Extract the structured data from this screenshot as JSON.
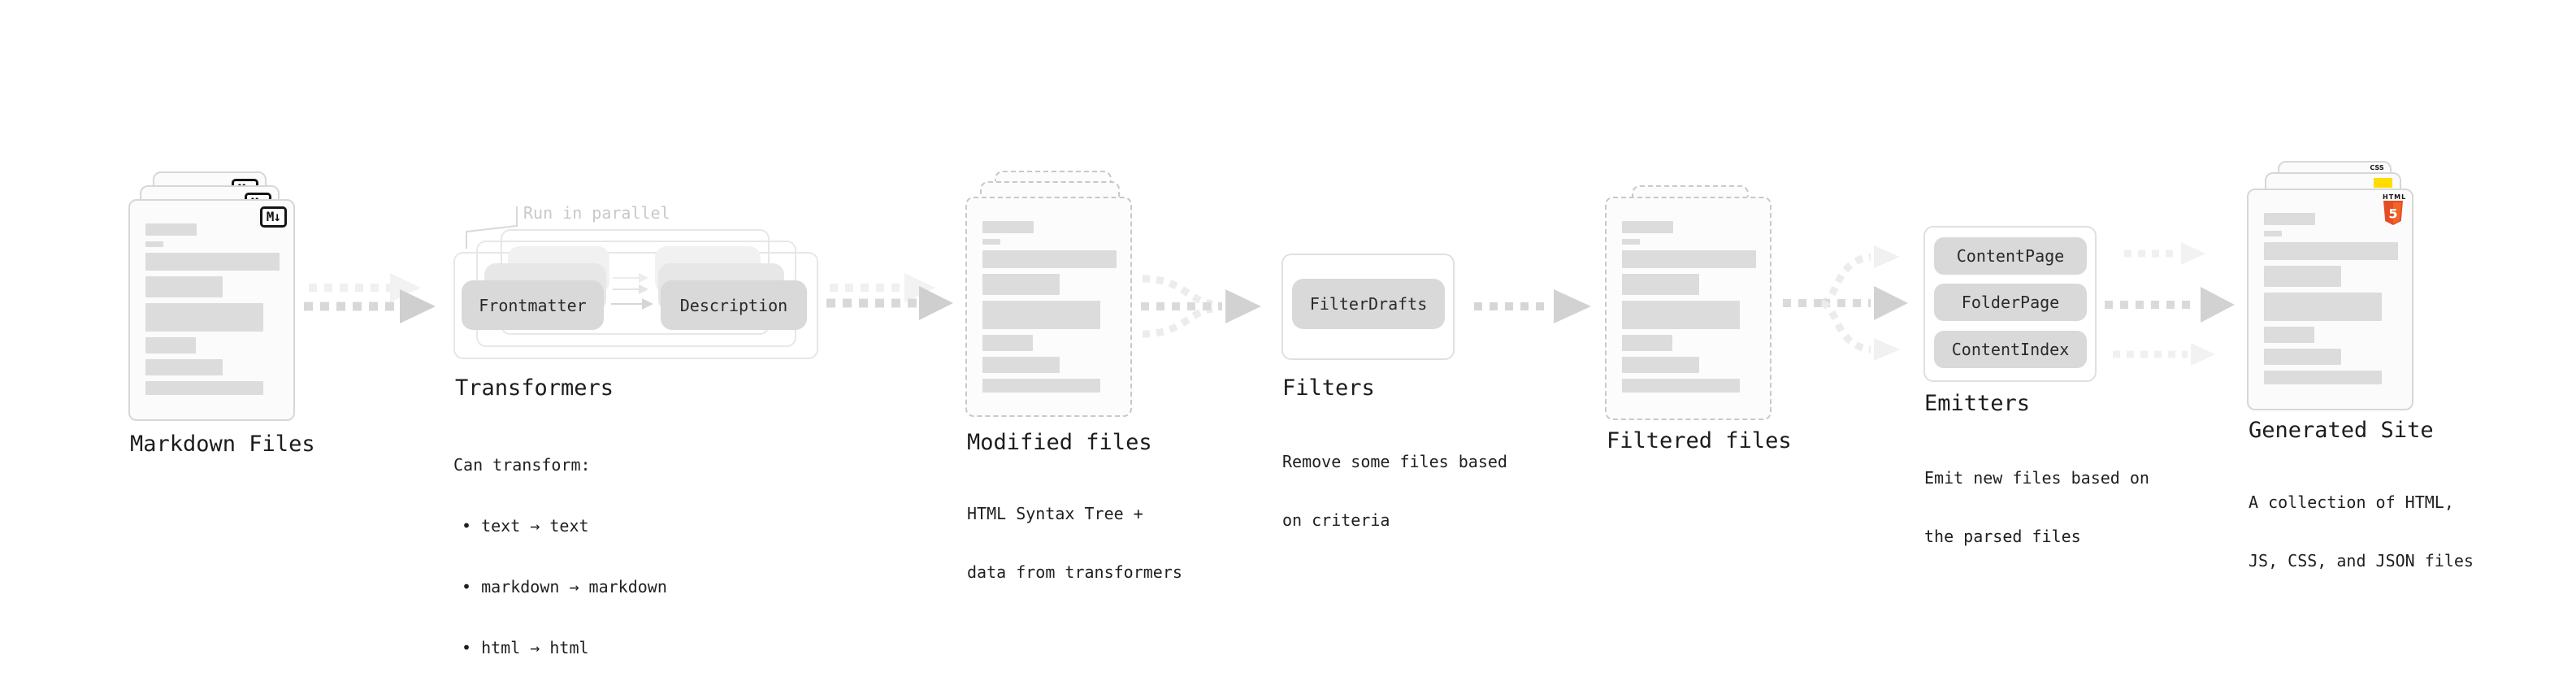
{
  "markdown_files": {
    "title": "Markdown Files",
    "icon_label": "M↓"
  },
  "transformers": {
    "annotation": "Run in parallel",
    "pill_frontmatter": "Frontmatter",
    "pill_description": "Description",
    "title": "Transformers",
    "subtitle": "Can transform:",
    "bullet1": "• text → text",
    "bullet2": "• markdown → markdown",
    "bullet3": "• html → html"
  },
  "modified_files": {
    "title": "Modified files",
    "desc_line1": "HTML Syntax Tree +",
    "desc_line2": "data from transformers"
  },
  "filters": {
    "title": "Filters",
    "pill": "FilterDrafts",
    "desc_line1": "Remove some files based",
    "desc_line2": "on criteria"
  },
  "filtered_files": {
    "title": "Filtered files"
  },
  "emitters": {
    "title": "Emitters",
    "pill1": "ContentPage",
    "pill2": "FolderPage",
    "pill3": "ContentIndex",
    "desc_line1": "Emit new files based on",
    "desc_line2": "the parsed files"
  },
  "generated_site": {
    "title": "Generated Site",
    "desc_line1": "A collection of HTML,",
    "desc_line2": "JS, CSS, and JSON files",
    "html5_label": "HTML",
    "html5_number": "5",
    "css_label": "CSS"
  },
  "brand_colors": {
    "html5_orange": "#e44d26",
    "html5_orange_light": "#f16529",
    "js_yellow": "#ffdd00",
    "css_blue": "#2965f1"
  }
}
